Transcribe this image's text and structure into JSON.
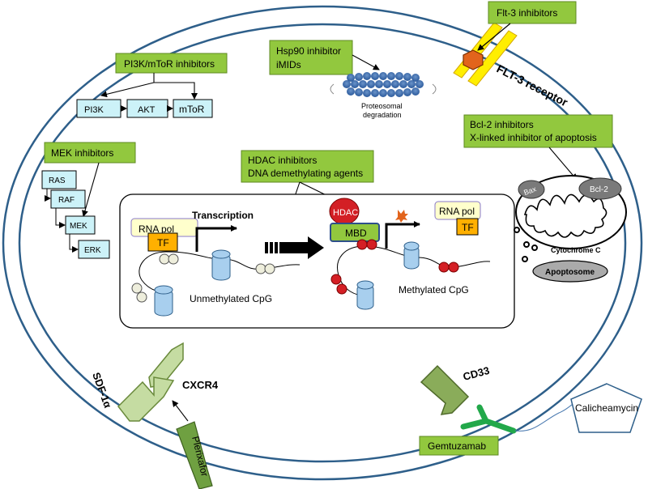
{
  "inhibitors": {
    "flt3": "Flt-3 inhibitors",
    "pi3k_mtor": "PI3K/mToR  inhibitors",
    "hsp90_line1": "Hsp90 inhibitor",
    "hsp90_line2": "iMIDs",
    "mek": "MEK inhibitors",
    "hdac_line1": "HDAC inhibitors",
    "hdac_line2": "DNA demethylating agents",
    "bcl2_line1": "Bcl-2 inhibitors",
    "bcl2_line2": "X-linked inhibitor of apoptosis"
  },
  "receptors": {
    "flt3_receptor": "FLT-3 receptor",
    "cxcr4": "CXCR4",
    "cd33": "CD33",
    "sdf1a": "SDF-1α"
  },
  "drugs": {
    "plerixafor": "Plerixafor",
    "gemtuzamab": "Gemtuzamab",
    "calicheamycin": "Calicheamycin"
  },
  "pathways": {
    "pi3k": "PI3K",
    "akt": "AKT",
    "mtor": "mToR",
    "ras": "RAS",
    "raf": "RAF",
    "mek": "MEK",
    "erk": "ERK"
  },
  "proteasome": {
    "line1": "Proteosomal",
    "line2": "degradation"
  },
  "nucleus": {
    "rna_pol_left": "RNA pol",
    "tf_left": "TF",
    "transcription": "Transcription",
    "unmethylated": "Unmethylated CpG",
    "hdac": "HDAC",
    "mbd": "MBD",
    "rna_pol_right": "RNA pol",
    "tf_right": "TF",
    "methylated": "Methylated CpG"
  },
  "mitochondria": {
    "bax": "Bax",
    "bcl2": "Bcl-2",
    "cytochrome": "Cytochrome C",
    "apoptosome": "Apoptosome"
  },
  "colors": {
    "green_box": "#92c83e",
    "cell_border": "#2e5f8a",
    "pathway_box": "#ccf2f8",
    "hdac_red": "#d31f25",
    "flt3_yellow": "#ffee00",
    "flt3_orange": "#e2641c",
    "gemtuzamab_green": "#22a84a",
    "cxcr4_green": "#c5dca2"
  }
}
